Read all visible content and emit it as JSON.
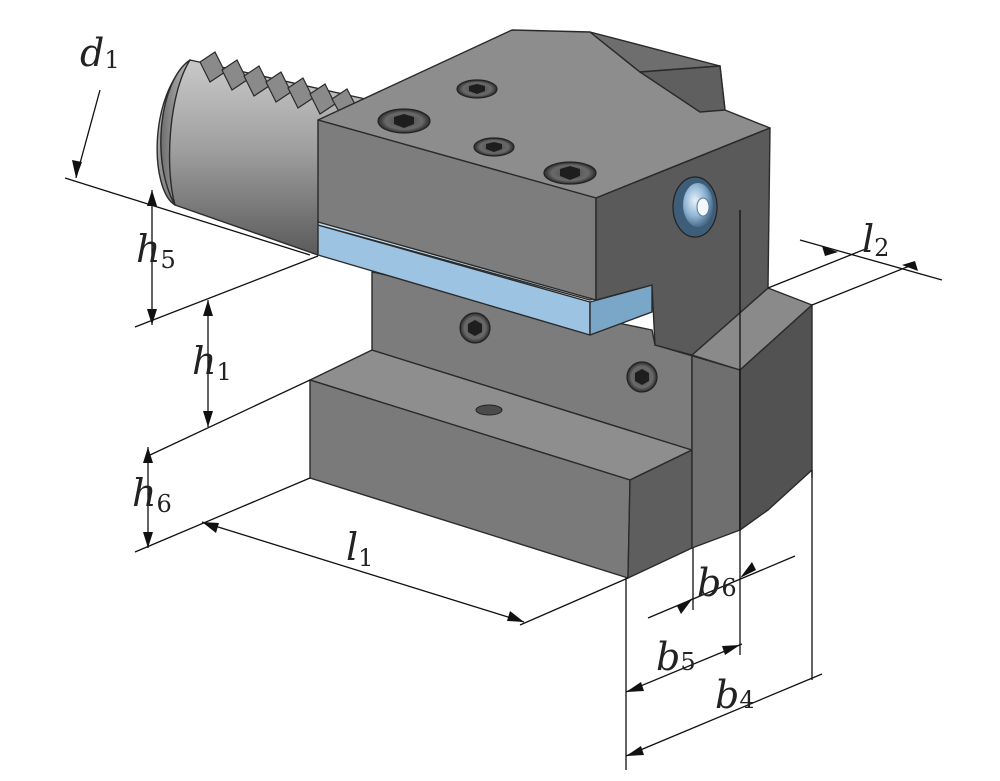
{
  "dimensions": {
    "d1": {
      "main": "d",
      "sub": "1"
    },
    "h5": {
      "main": "h",
      "sub": "5"
    },
    "h1": {
      "main": "h",
      "sub": "1"
    },
    "h6": {
      "main": "h",
      "sub": "6"
    },
    "l1": {
      "main": "l",
      "sub": "1"
    },
    "l2": {
      "main": "l",
      "sub": "2"
    },
    "b4": {
      "main": "b",
      "sub": "4"
    },
    "b5": {
      "main": "b",
      "sub": "5"
    },
    "b6": {
      "main": "b",
      "sub": "6"
    }
  },
  "colors": {
    "body_top": "#8c8c8c",
    "body_front": "#707070",
    "body_side": "#555555",
    "shim": "#9cc2e0",
    "shank": "#9a9a9a",
    "dim_line": "#111111"
  }
}
